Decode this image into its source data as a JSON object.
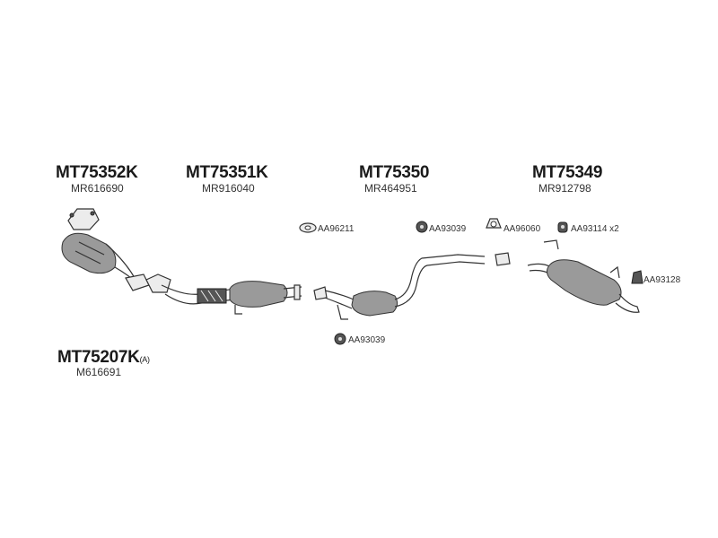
{
  "parts": [
    {
      "code": "MT75352K",
      "oem": "MR616690"
    },
    {
      "code": "MT75351K",
      "oem": "MR916040"
    },
    {
      "code": "MT75350",
      "oem": "MR464951"
    },
    {
      "code": "MT75349",
      "oem": "MR912798"
    },
    {
      "code": "MT75207K",
      "suffix": "(A)",
      "oem": "M616691"
    }
  ],
  "accessories": [
    {
      "label": "AA96211",
      "icon": "gasket-icon"
    },
    {
      "label": "AA93039",
      "icon": "rubber-hanger-icon"
    },
    {
      "label": "AA96060",
      "icon": "gasket-icon"
    },
    {
      "label": "AA93114 x2",
      "icon": "hanger-icon"
    },
    {
      "label": "AA93128",
      "icon": "mount-icon"
    },
    {
      "label": "AA93039",
      "icon": "rubber-hanger-icon"
    }
  ]
}
